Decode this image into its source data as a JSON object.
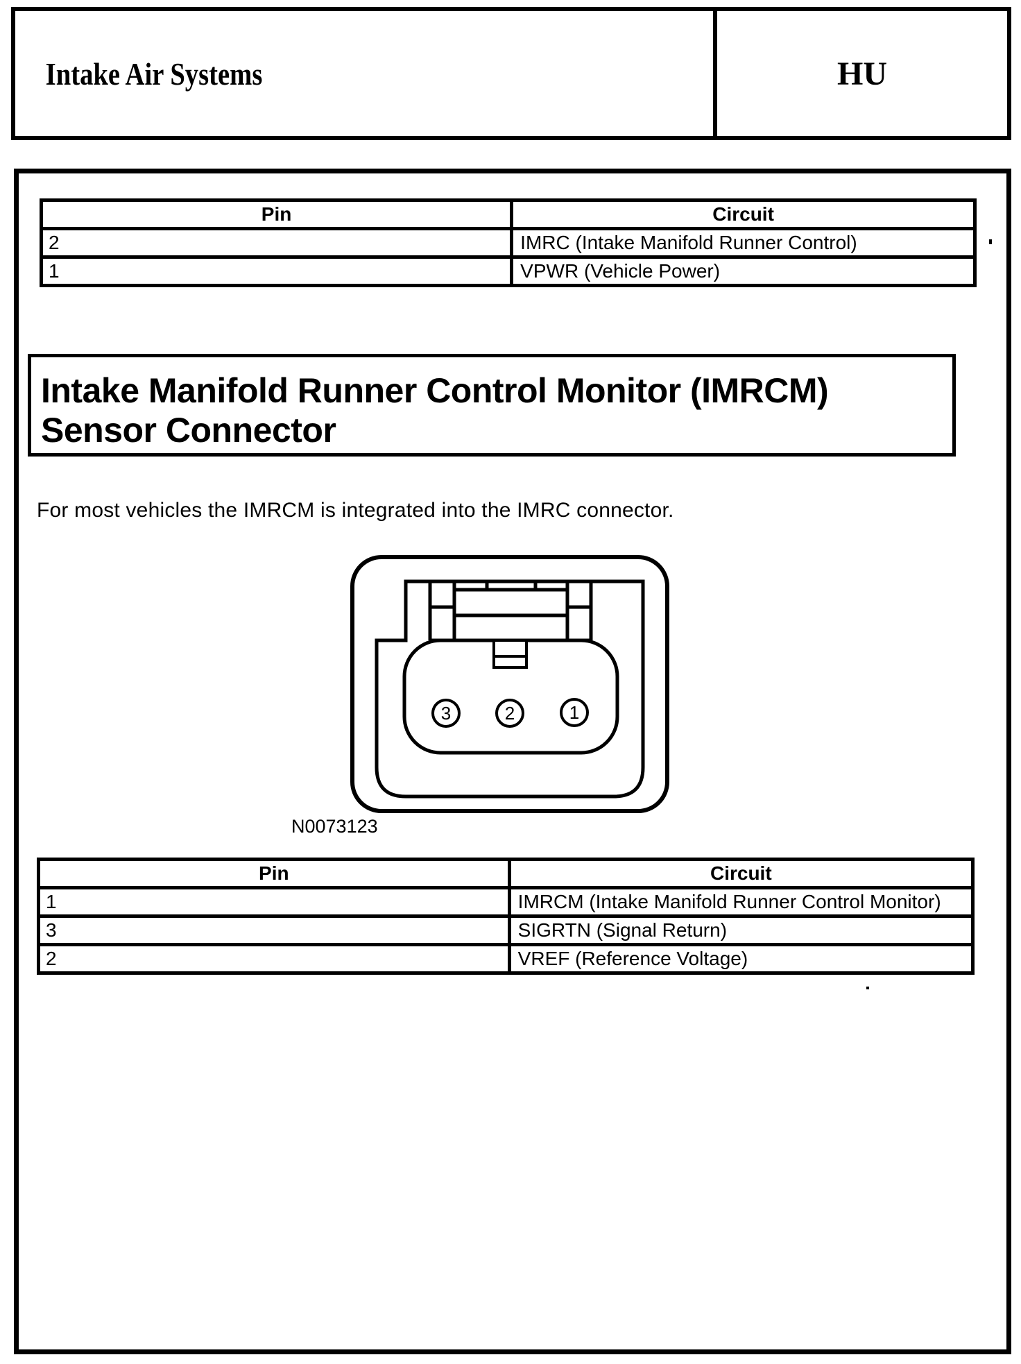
{
  "header": {
    "title": "Intake Air Systems",
    "section_code": "HU"
  },
  "pin_table_top": {
    "col_pin": "Pin",
    "col_circuit": "Circuit",
    "rows": [
      {
        "pin": "2",
        "circuit": "IMRC (Intake Manifold Runner Control)"
      },
      {
        "pin": "1",
        "circuit": "VPWR (Vehicle Power)"
      }
    ]
  },
  "section": {
    "heading": "Intake Manifold Runner Control Monitor (IMRCM) Sensor Connector",
    "body": "For most vehicles the IMRCM is integrated into the IMRC connector."
  },
  "figure": {
    "label": "N0073123",
    "pins": [
      "3",
      "2",
      "1"
    ]
  },
  "pin_table_bottom": {
    "col_pin": "Pin",
    "col_circuit": "Circuit",
    "rows": [
      {
        "pin": "1",
        "circuit": "IMRCM (Intake Manifold Runner Control Monitor)"
      },
      {
        "pin": "3",
        "circuit": "SIGRTN (Signal Return)"
      },
      {
        "pin": "2",
        "circuit": "VREF (Reference Voltage)"
      }
    ]
  }
}
